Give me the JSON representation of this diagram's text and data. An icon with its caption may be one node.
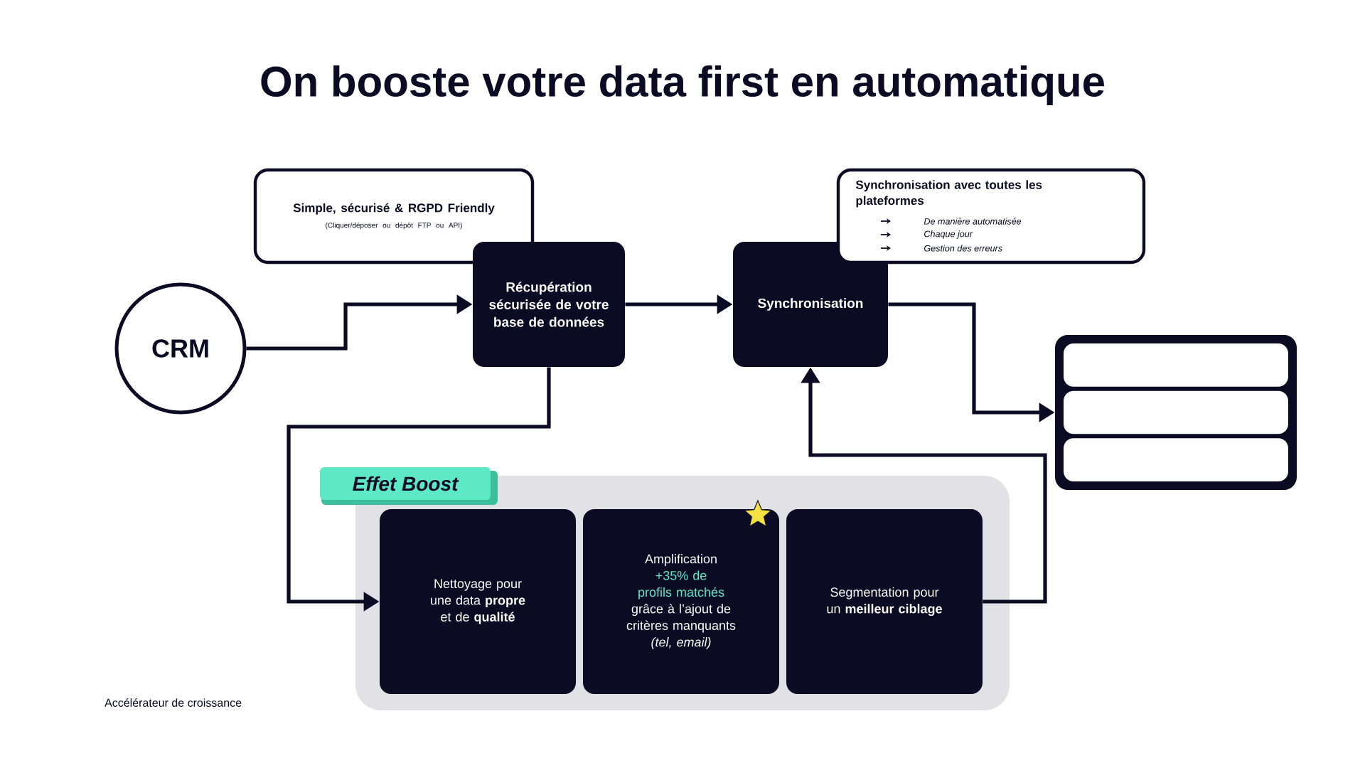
{
  "diagram": {
    "title": "On booste votre data first en automatique",
    "nodes": [
      {
        "text": [
          "Simple, sécurisé & RGPD Friendly",
          "(Cliquer/déposer ou dépôt FTP ou API)"
        ]
      },
      {
        "text": [
          "CRM"
        ]
      },
      {
        "text": [
          "Récupération sécurisée de votre base de données"
        ]
      },
      {
        "text": [
          "Synchronisation"
        ]
      },
      {
        "text": [
          "Synchronisation avec toutes les plateformes",
          "De manière automatisée",
          "Chaque jour",
          "Gestion des erreurs"
        ]
      },
      {
        "text": [],
        "shape": "box"
      },
      {
        "text": [
          "Effet Boost"
        ]
      },
      {
        "text": [
          "Nettoyage pour une data **propre** et de **qualité**"
        ],
        "in": 6
      },
      {
        "text": [
          "Amplification",
          "+35% de profils matchés",
          "grâce à l’ajout de critères manquants *(tel, email)*"
        ],
        "in": 6
      },
      {
        "text": [
          "Segmentation pour un **meilleur ciblage**"
        ],
        "in": 6
      }
    ],
    "edges": [
      {
        "from": 1,
        "to": 2,
        "arrow": "to"
      },
      {
        "from": 2,
        "to": 3,
        "arrow": "to"
      },
      {
        "from": 3,
        "to": 5,
        "arrow": "to"
      },
      {
        "from": 2,
        "to": 7,
        "arrow": "to"
      },
      {
        "from": 9,
        "to": 3,
        "arrow": "to"
      }
    ],
    "labels": [
      "Accélérateur de croissance"
    ]
  }
}
